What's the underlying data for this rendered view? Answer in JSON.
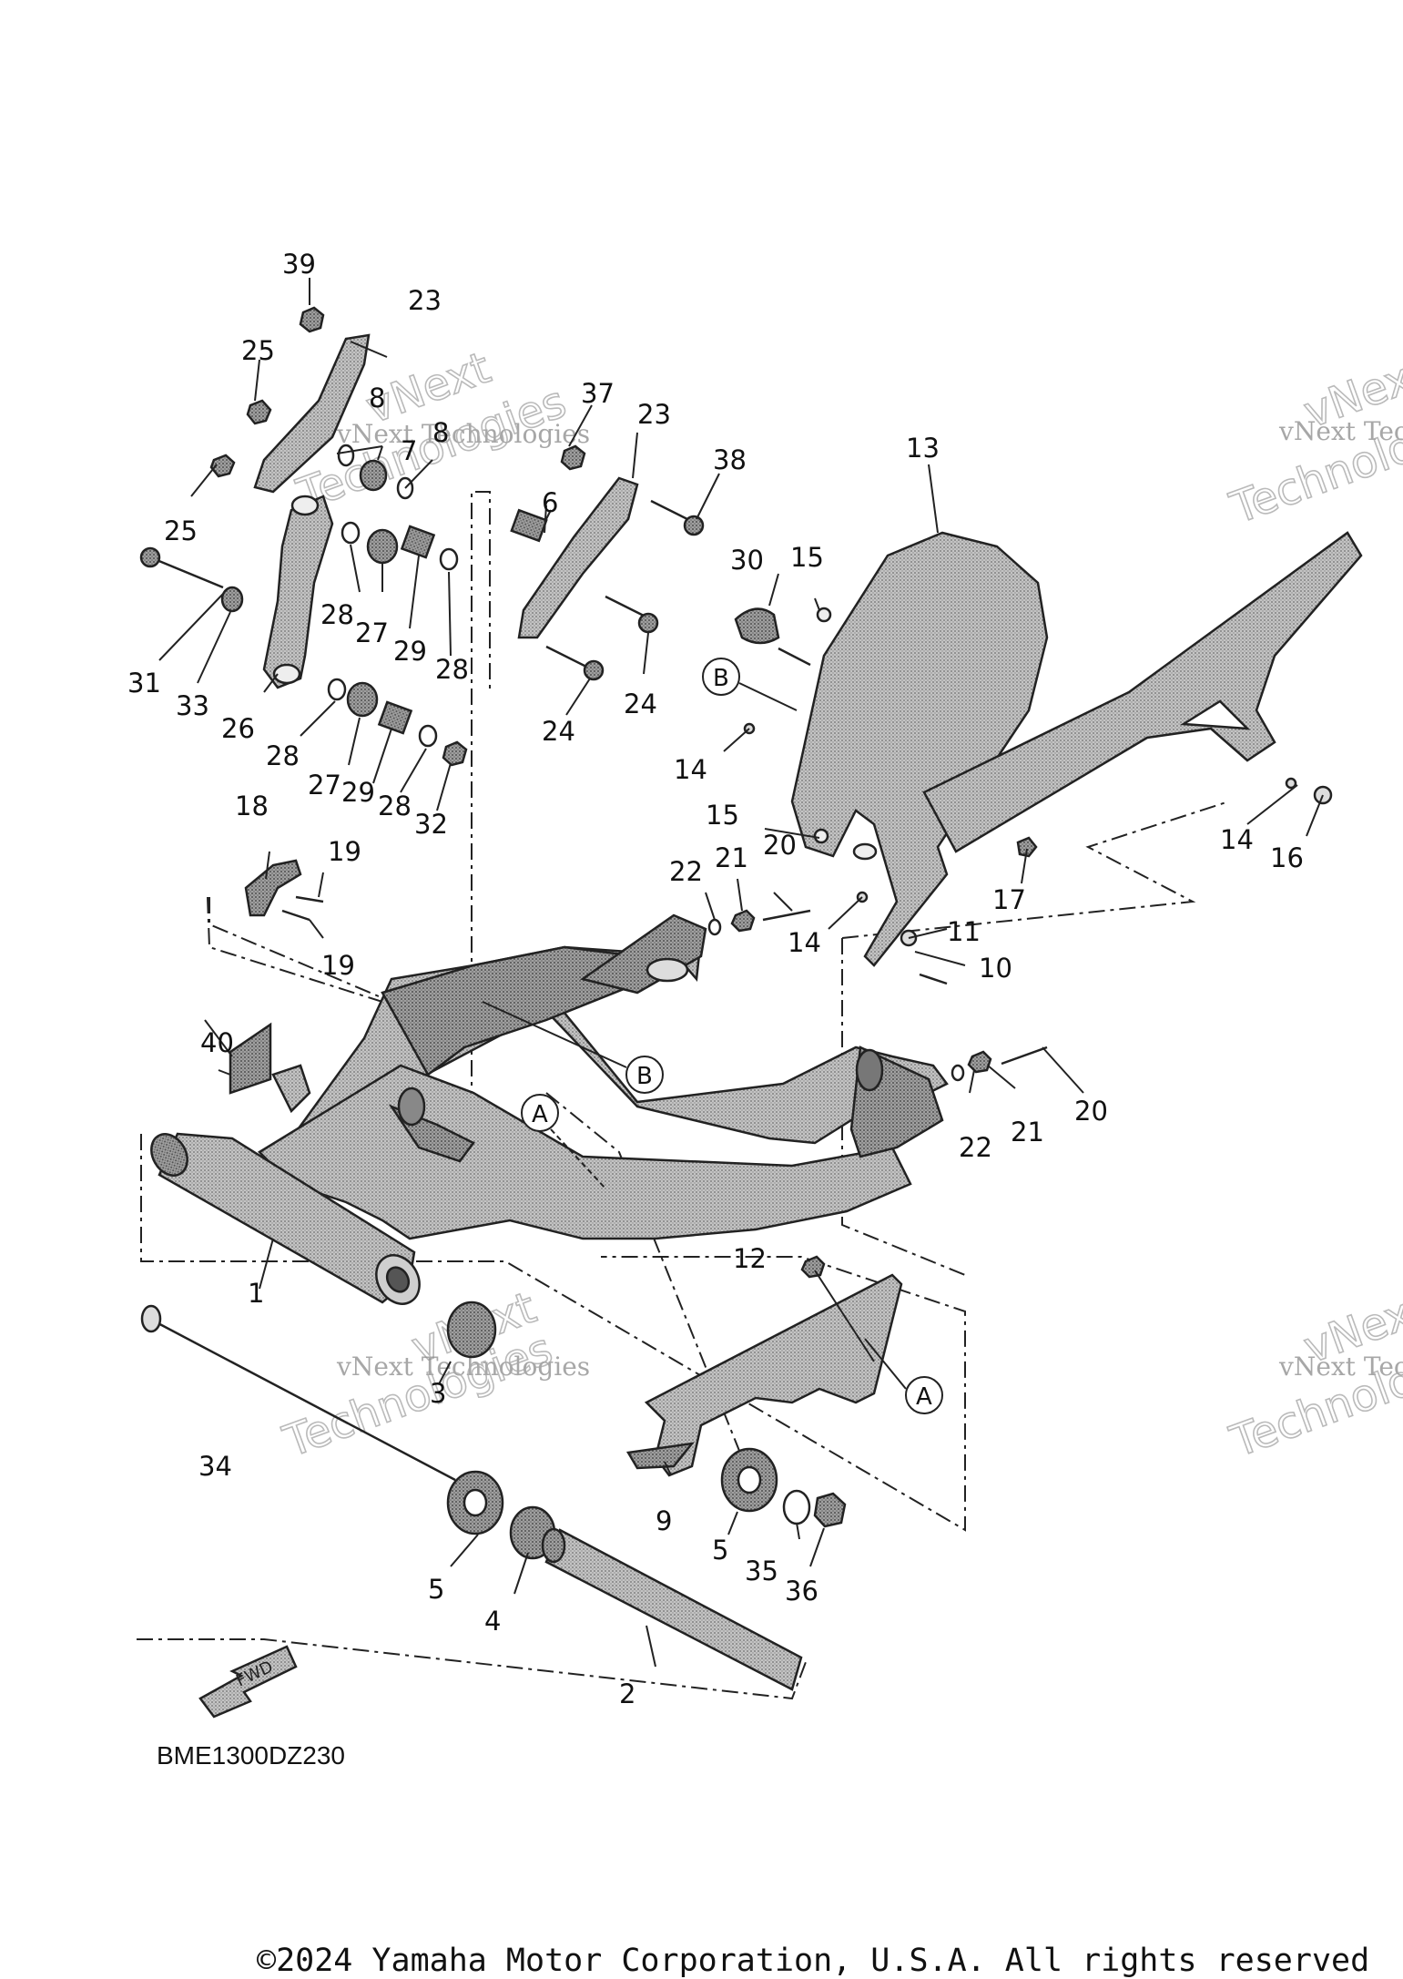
{
  "diagram": {
    "code": "BME1300DZ230",
    "fwd_label": "FWD",
    "ref_a": "A",
    "ref_b": "B",
    "callouts": {
      "c1": "1",
      "c2": "2",
      "c3": "3",
      "c4": "4",
      "c5": "5",
      "c6": "6",
      "c7": "7",
      "c8": "8",
      "c9": "9",
      "c10": "10",
      "c11": "11",
      "c12": "12",
      "c13": "13",
      "c14": "14",
      "c15": "15",
      "c16": "16",
      "c17": "17",
      "c18": "18",
      "c19": "19",
      "c20": "20",
      "c21": "21",
      "c22": "22",
      "c23": "23",
      "c24": "24",
      "c25": "25",
      "c26": "26",
      "c27": "27",
      "c28": "28",
      "c29": "29",
      "c30": "30",
      "c31": "31",
      "c32": "32",
      "c33": "33",
      "c34": "34",
      "c35": "35",
      "c36": "36",
      "c37": "37",
      "c38": "38",
      "c39": "39",
      "c40": "40"
    }
  },
  "watermark": {
    "line1": "vNext Technologies",
    "line2": "vNext",
    "line3": "Technologies"
  },
  "footer": {
    "copyright": "©2024 Yamaha Motor Corporation, U.S.A. All rights reserved"
  },
  "colors": {
    "part_fill": "#b8b8b8",
    "part_dark": "#8e8e8e",
    "line": "#222222"
  }
}
